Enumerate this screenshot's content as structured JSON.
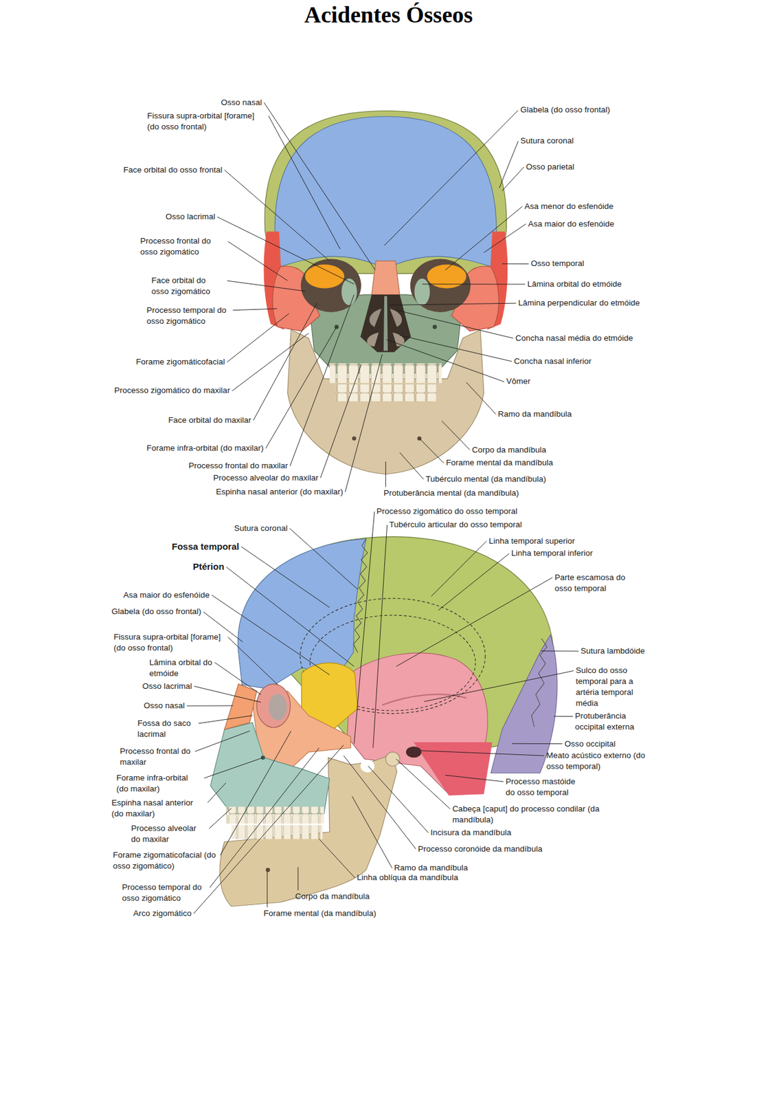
{
  "diagram": {
    "title": "Acidentes Ósseos",
    "labels": [
      "Osso nasal",
      "Fissura supra-orbital [forame] (do osso frontal)",
      "Face orbital do osso frontal",
      "Osso lacrimal",
      "Processo frontal do osso zigomático",
      "Face orbital do osso zigomático",
      "Processo temporal do osso zigomático",
      "Forame zigomáticofacial",
      "Processo zigomático do maxilar",
      "Face orbital do maxilar",
      "Forame infra-orbital (do maxilar)",
      "Processo frontal do maxilar",
      "Processo alveolar do maxilar",
      "Espinha nasal anterior (do maxilar)",
      "Glabela (do osso frontal)",
      "Sutura coronal",
      "Osso parietal",
      "Asa menor do esfenóide",
      "Asa maior do esfenóide",
      "Osso temporal",
      "Lâmina orbital do etmóide",
      "Lâmina perpendicular do etmóide",
      "Concha nasal média do etmóide",
      "Concha nasal inferior",
      "Vômer",
      "Ramo da mandíbula",
      "Corpo da mandíbula",
      "Forame mental da mandíbula",
      "Tubérculo mental (da mandíbula)",
      "Protuberância mental (da mandíbula)",
      "Processo zigomático do osso temporal",
      "Tubérculo articular do osso temporal",
      "Linha temporal superior",
      "Linha temporal inferior",
      "Parte escamosa do osso temporal",
      "Sutura lambdóide",
      "Sulco do osso temporal para a artéria temporal média",
      "Protuberância occipital externa",
      "Osso occipital",
      "Meato acústico externo (do osso temporal)",
      "Processo mastóide do osso temporal",
      "Cabeça [caput] do processo condilar (da mandíbula)",
      "Incisura da mandíbula",
      "Processo coronóide da mandíbula",
      "Ramo da mandíbula",
      "Linha oblíqua da mandíbula",
      "Corpo da mandíbula",
      "Forame mental (da mandíbula)",
      "Sutura coronal",
      "Fossa temporal",
      "Ptérion",
      "Asa maior do esfenóide",
      "Glabela (do osso frontal)",
      "Fissura supra-orbital [forame] (do osso frontal)",
      "Lâmina orbital do etmóide",
      "Osso lacrimal",
      "Osso nasal",
      "Fossa do saco lacrimal",
      "Processo frontal do maxilar",
      "Forame infra-orbital (do maxilar)",
      "Espinha nasal anterior (do maxilar)",
      "Processo alveolar do maxilar",
      "Forame zigomaticofacial (do osso zigomático)",
      "Processo temporal do osso zigomático",
      "Arco zigomático"
    ]
  }
}
